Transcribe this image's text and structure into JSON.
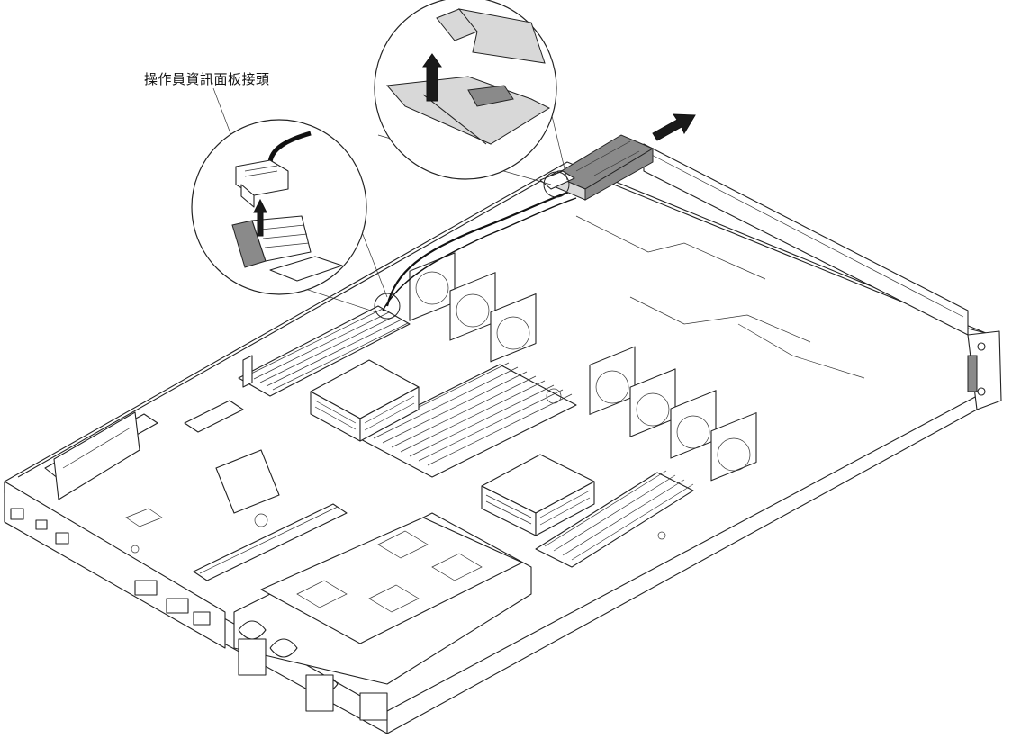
{
  "figure": {
    "callout_label": "操作員資訊面板接頭",
    "colors": {
      "line": "#222222",
      "highlight_part": "#8a8a8a",
      "background": "#ffffff"
    }
  },
  "icons": [
    "server-chassis-drawing",
    "operator-panel-connector-detail",
    "release-tab-detail",
    "operator-panel-assembly",
    "insert-arrow-icon",
    "lift-arrow-icon"
  ]
}
